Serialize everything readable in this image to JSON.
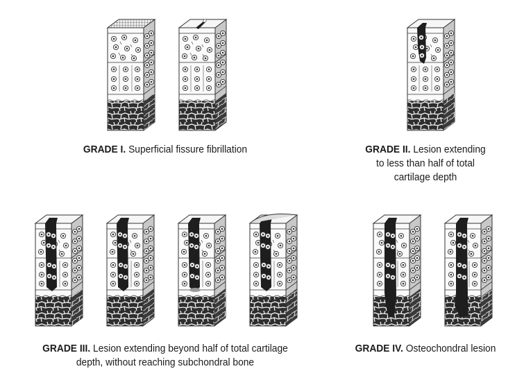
{
  "grades": [
    {
      "id": "grade-1",
      "label": "GRADE I.",
      "lines": [
        "Superficial fissure fibrillation"
      ]
    },
    {
      "id": "grade-2",
      "label": "GRADE II.",
      "lines": [
        "Lesion extending",
        "to less than half of total",
        "cartilage depth"
      ]
    },
    {
      "id": "grade-3",
      "label": "GRADE III.",
      "lines": [
        "Lesion extending beyond half of total cartilage",
        "depth, without reaching subchondral bone"
      ]
    },
    {
      "id": "grade-4",
      "label": "GRADE IV.",
      "lines": [
        "Osteochondral lesion"
      ]
    }
  ],
  "colors": {
    "lesion": "#1e1e1e",
    "bone": "#2e2e2e",
    "outline": "#333333",
    "side": "#c8c8c8"
  }
}
